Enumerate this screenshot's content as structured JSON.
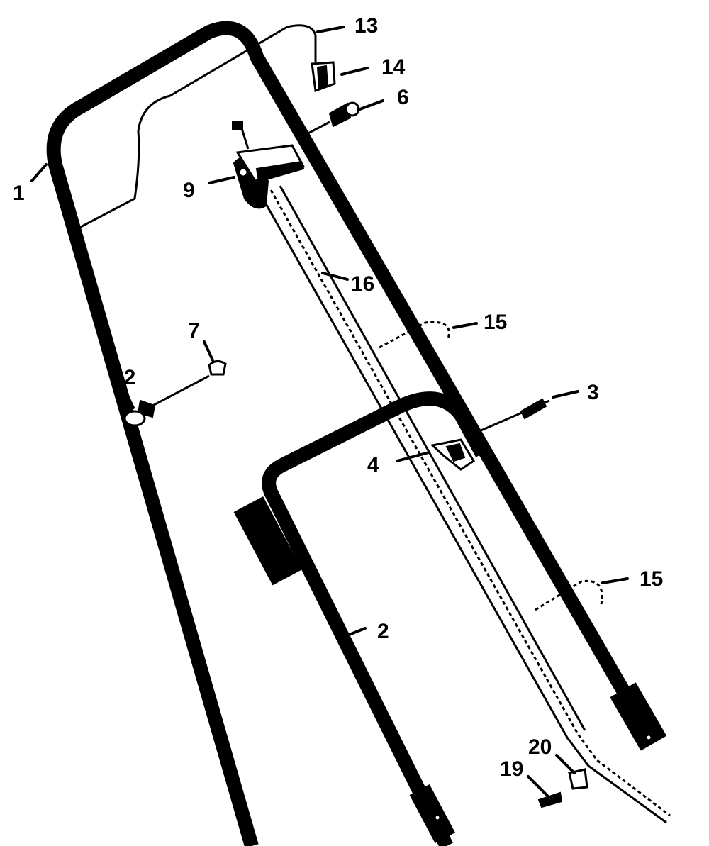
{
  "diagram": {
    "type": "exploded-parts-diagram",
    "callouts": [
      {
        "id": "c1",
        "label": "1"
      },
      {
        "id": "c2",
        "label": "2"
      },
      {
        "id": "c3",
        "label": "3"
      },
      {
        "id": "c4",
        "label": "4"
      },
      {
        "id": "c6",
        "label": "6"
      },
      {
        "id": "c7",
        "label": "7"
      },
      {
        "id": "c9",
        "label": "9"
      },
      {
        "id": "c12",
        "label": "12"
      },
      {
        "id": "c13",
        "label": "13"
      },
      {
        "id": "c14",
        "label": "14"
      },
      {
        "id": "c15a",
        "label": "15"
      },
      {
        "id": "c15b",
        "label": "15"
      },
      {
        "id": "c16",
        "label": "16"
      },
      {
        "id": "c19",
        "label": "19"
      },
      {
        "id": "c20",
        "label": "20"
      }
    ]
  }
}
